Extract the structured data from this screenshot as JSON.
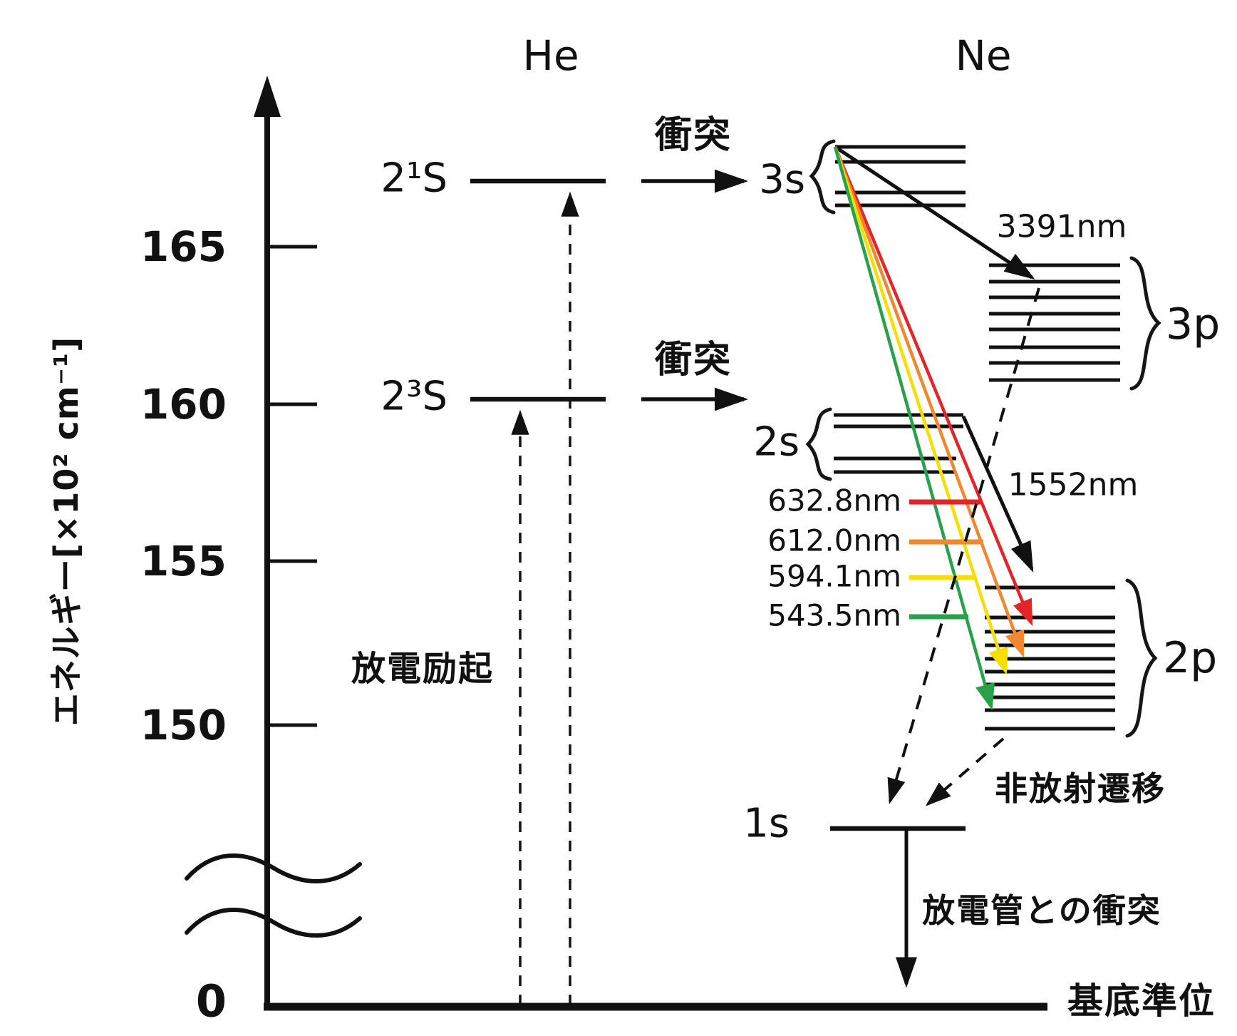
{
  "title": "He-Ne laser energy level diagram",
  "axis": {
    "ylabel": "エネルギー[×10² cm⁻¹]",
    "ticks": [
      "165",
      "160",
      "155",
      "150"
    ],
    "zero": "0"
  },
  "columns": {
    "he": "He",
    "ne": "Ne"
  },
  "he_levels": {
    "singlet": "2¹S",
    "triplet": "2³S"
  },
  "ne_groups": {
    "g3s": "3s",
    "g2s": "2s",
    "g3p": "3p",
    "g2p": "2p",
    "g1s": "1s"
  },
  "ne_group_line_counts": {
    "g3s": 4,
    "g2s": 4,
    "g3p": 8,
    "g2p": 10,
    "g1s": 1
  },
  "process_labels": {
    "collision_upper": "衝突",
    "collision_lower": "衝突",
    "discharge_excitation": "放電励起",
    "nonradiative_transition": "非放射遷移",
    "tube_collision": "放電管との衝突",
    "ground_level": "基底準位"
  },
  "wavelengths": {
    "ir_3391": "3391nm",
    "ir_1552": "1552nm",
    "red": "632.8nm",
    "orange": "612.0nm",
    "yellow": "594.1nm",
    "green": "543.5nm"
  },
  "colors": {
    "red": "#e62328",
    "orange": "#f0882f",
    "yellow": "#f6df00",
    "green": "#27a24a",
    "ink": "#111111"
  }
}
